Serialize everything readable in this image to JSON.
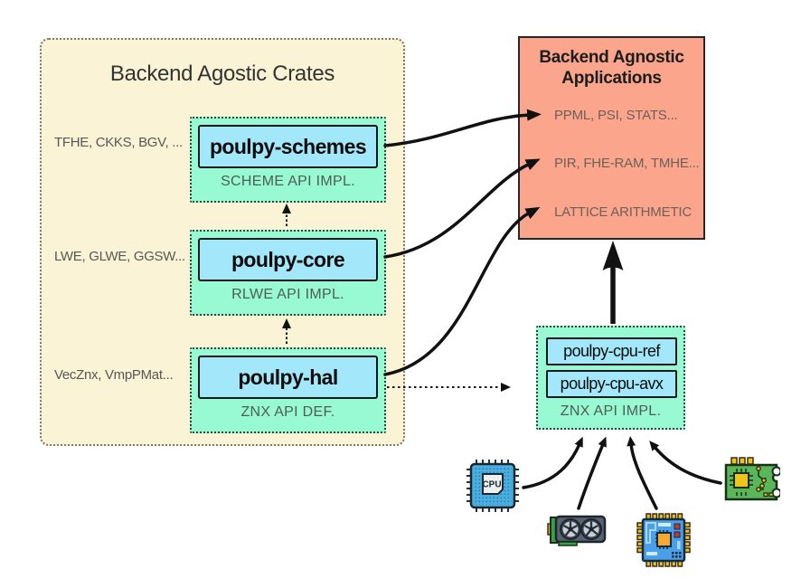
{
  "palette": {
    "cream": "#FBF3D5",
    "mint": "#97FAD2",
    "sky_blue": "#A3E7FB",
    "salmon": "#FAA58C",
    "arrow_ink": "#111111",
    "muted_text": "#575757"
  },
  "crates_panel": {
    "title": "Backend Agostic Crates",
    "modules": [
      {
        "name": "poulpy-schemes",
        "caption": "SCHEME API IMPL.",
        "side_label": "TFHE, CKKS, BGV, ..."
      },
      {
        "name": "poulpy-core",
        "caption": "RLWE API IMPL.",
        "side_label": "LWE, GLWE, GGSW..."
      },
      {
        "name": "poulpy-hal",
        "caption": "ZNX API DEF.",
        "side_label": "VecZnx, VmpPMat..."
      }
    ]
  },
  "applications_panel": {
    "title_line1": "Backend Agnostic",
    "title_line2": "Applications",
    "items": [
      {
        "label": "PPML, PSI, STATS..."
      },
      {
        "label": "PIR, FHE-RAM, TMHE..."
      },
      {
        "label": "LATTICE ARITHMETIC"
      }
    ]
  },
  "backend_panel": {
    "boxes": [
      {
        "name": "poulpy-cpu-ref"
      },
      {
        "name": "poulpy-cpu-avx"
      }
    ],
    "caption": "ZNX API IMPL."
  },
  "hardware": {
    "cpu_label": "CPU",
    "icons": [
      "cpu-chip",
      "gpu-card",
      "microcontroller-chip",
      "pcb-board"
    ]
  }
}
